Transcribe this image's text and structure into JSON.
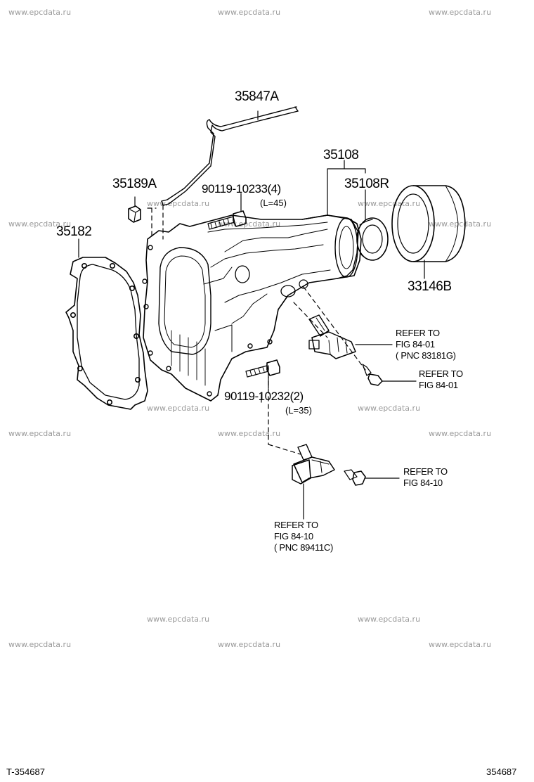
{
  "watermark_text": "www.epcdata.ru",
  "parts": {
    "p35847A": "35847A",
    "p35108": "35108",
    "p35189A": "35189A",
    "p90119_10233": "90119-10233(4)",
    "p90119_10233_len": "(L=45)",
    "p35108R": "35108R",
    "p35182": "35182",
    "p33146B": "33146B",
    "p90119_10232": "90119-10232(2)",
    "p90119_10232_len": "(L=35)"
  },
  "refs": {
    "ref1": [
      "REFER TO",
      "FIG 84-01",
      "( PNC 83181G)"
    ],
    "ref2": [
      "REFER TO",
      "FIG 84-01"
    ],
    "ref3": [
      "REFER TO",
      "FIG 84-10"
    ],
    "ref4": [
      "REFER TO",
      "FIG 84-10",
      "( PNC 89411C)"
    ]
  },
  "footer": {
    "left": "T-354687",
    "right": "354687"
  }
}
